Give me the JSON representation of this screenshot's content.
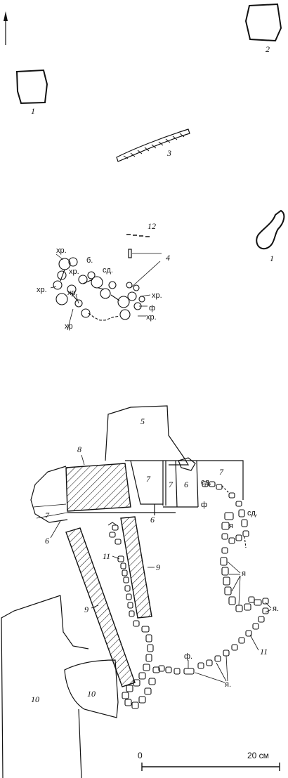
{
  "numbers": {
    "n1a": "1",
    "n2": "2",
    "n3": "3",
    "n1b": "1",
    "n12": "12",
    "n4": "4",
    "n5": "5",
    "n8": "8",
    "n7a": "7",
    "n7b": "7",
    "n6a": "6",
    "n7c": "7",
    "n7d": "7",
    "n6b": "6",
    "n6c": "6",
    "n11a": "11",
    "n9a": "9",
    "n9b": "9",
    "n11b": "11",
    "n10a": "10",
    "n10b": "10"
  },
  "labels": {
    "xr1": "хр.",
    "b": "б.",
    "sd1": "сд.",
    "xr2": "хр.",
    "xr3": "хр.",
    "xr4": "хр.",
    "xr5": "хр",
    "f1": "ф",
    "xr6": "хр.",
    "sd2": "сд.",
    "f2": "ф",
    "sd3": "сд.",
    "ya1": "я",
    "ya2": "я",
    "ya3": "я.",
    "f3": "ф.",
    "ya4": "я."
  },
  "scale": {
    "zero": "0",
    "end": "20 см"
  }
}
